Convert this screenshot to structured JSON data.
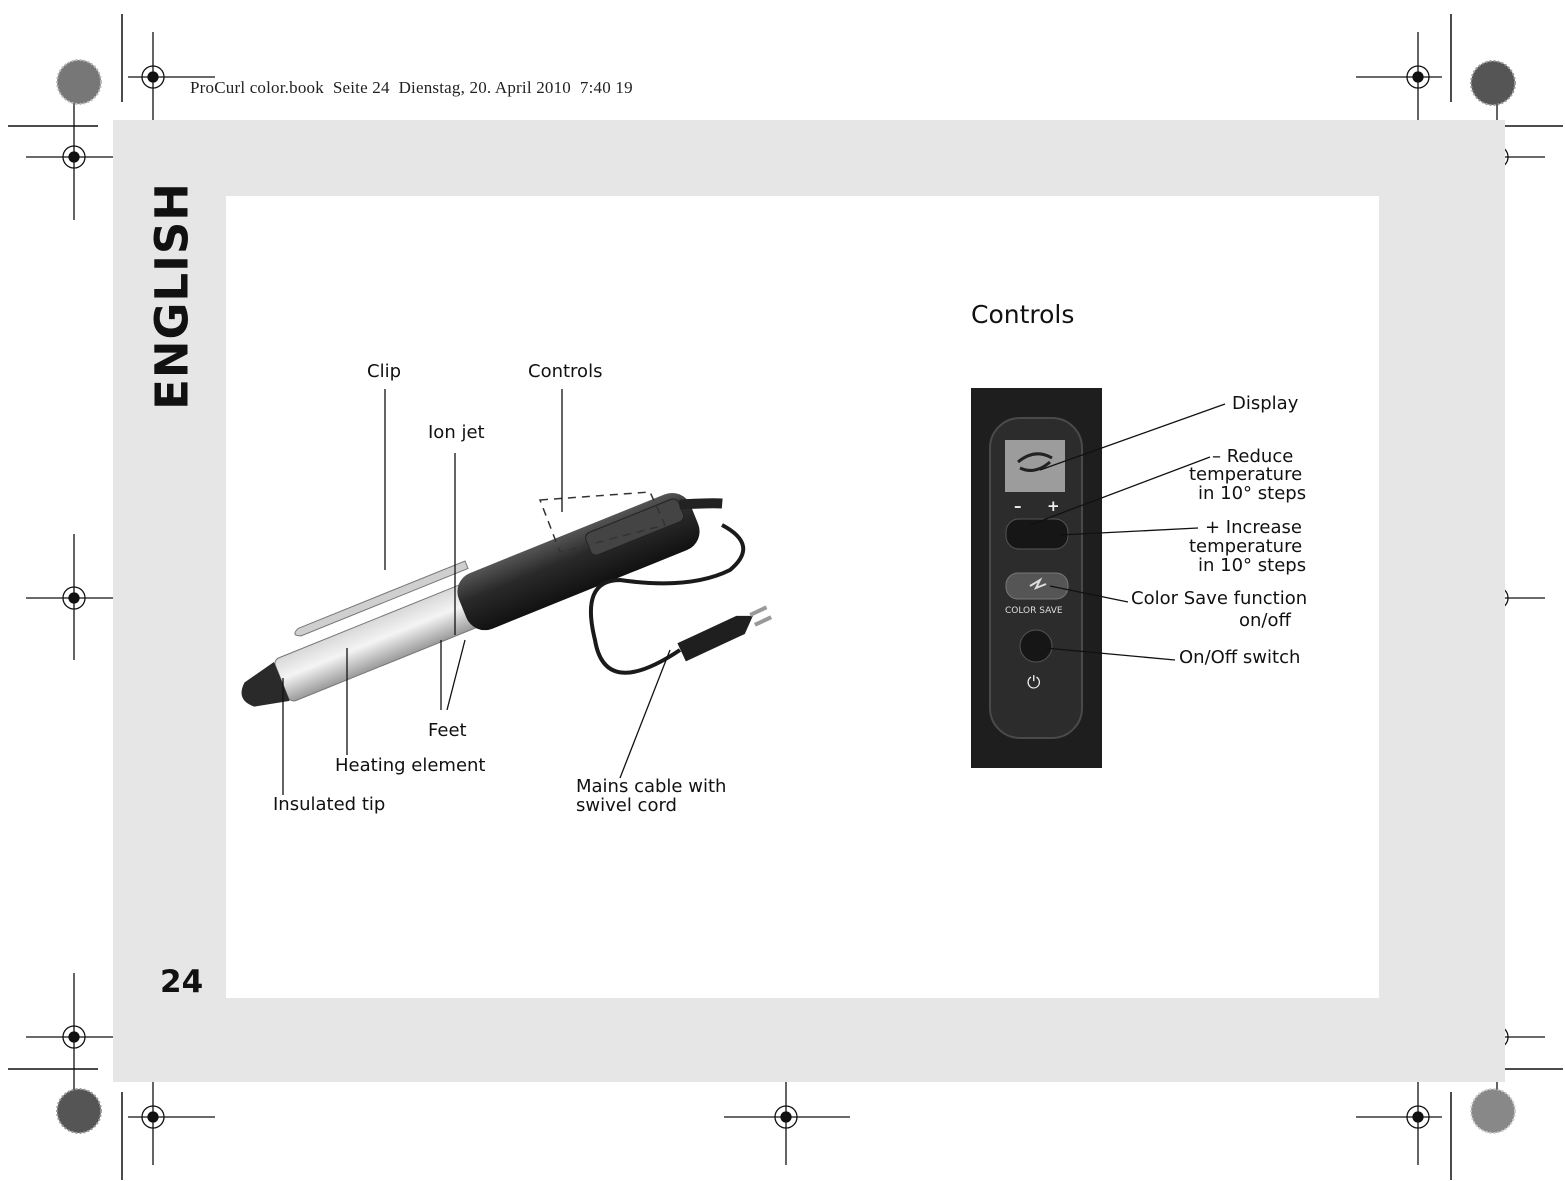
{
  "print_header": "ProCurl color.book  Seite 24  Dienstag, 20. April 2010  7:40 19",
  "language_tab": "ENGLISH",
  "page_number": "24",
  "controls_heading": "Controls",
  "device_labels": {
    "clip": "Clip",
    "controls": "Controls",
    "ion_jet": "Ion jet",
    "feet": "Feet",
    "heating_element": "Heating element",
    "insulated_tip": "Insulated tip",
    "mains_cable_line1": "Mains cable with",
    "mains_cable_line2": "swivel cord"
  },
  "control_panel_labels": {
    "display": "Display",
    "reduce_line1": "– Reduce",
    "reduce_line2": "temperature",
    "reduce_line3": "in 10° steps",
    "increase_line1": "+ Increase",
    "increase_line2": "temperature",
    "increase_line3": "in 10° steps",
    "color_save_line1": "Color Save function",
    "color_save_line2": "on/off",
    "onoff": "On/Off switch"
  },
  "panel_markings": {
    "minus": "–",
    "plus": "+",
    "color_save": "COLOR SAVE",
    "power_symbol": "⏻"
  }
}
